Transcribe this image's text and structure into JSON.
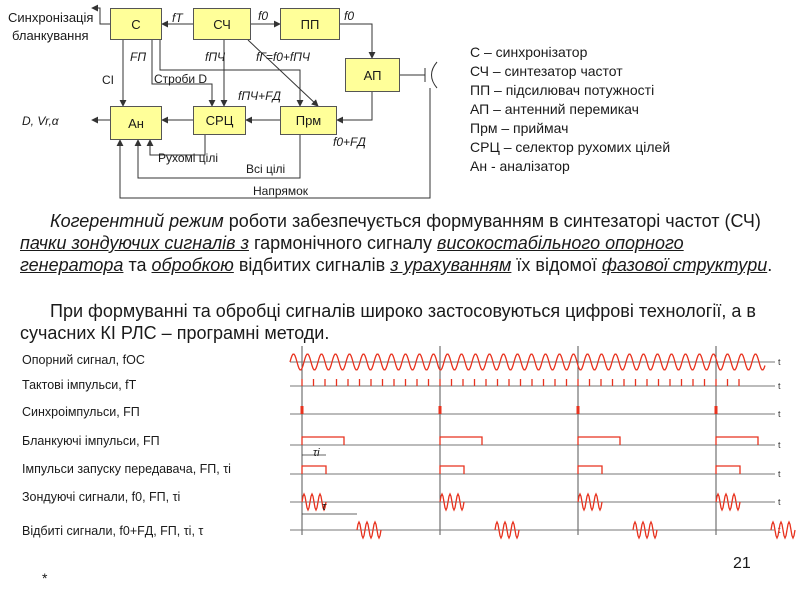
{
  "diagram": {
    "sync_label": "Синхронізація",
    "blank_label": "бланкування",
    "blocks": {
      "c": "С",
      "sch": "СЧ",
      "pp": "ПП",
      "ap": "АП",
      "an": "Ан",
      "src": "СРЦ",
      "prm": "Прм"
    },
    "labels": {
      "ft": "fT",
      "f0a": "f0",
      "f0b": "f0",
      "fp": "FП",
      "fpch": "fПЧ",
      "fg": "fГ=f0+fПЧ",
      "si": "СІ",
      "strobes": "Строби D",
      "fpch_fd": "fПЧ+FД",
      "f0_fd": "f0+FД",
      "dv": "D, Vr,α",
      "moving": "Рухомі цілі",
      "all": "Всі цілі",
      "direction": "Напрямок"
    }
  },
  "legend": [
    "С – синхронізатор",
    "СЧ – синтезатор частот",
    "ПП – підсилювач потужності",
    "АП – антенний перемикач",
    "Прм – приймач",
    "СРЦ – селектор рухомих цілей",
    "Ан - аналізатор"
  ],
  "paragraph1": {
    "p1": "Когерентний режим",
    "p2": " роботи забезпечується формуванням в синтезаторі частот (СЧ) ",
    "p3": "пачки зондуючих сигналів з",
    "p4": " гармонічного сигналу ",
    "p5": "високостабільного опорного генератора",
    "p6": " та ",
    "p7": "обробкою",
    "p8": " відбитих сигналів ",
    "p9": "з урахуванням",
    "p10": " їх відомої ",
    "p11": "фазової структури",
    "p12": "."
  },
  "paragraph2": "При формуванні та обробці сигналів широко застосовуються цифрові технології, а в сучасних КІ РЛС – програмні методи.",
  "signals": [
    {
      "name": "Опорний сигнал, fОС"
    },
    {
      "name": "Тактові імпульси, fT"
    },
    {
      "name": "Синхроімпульси, FП"
    },
    {
      "name": "Бланкуючі імпульси, FП"
    },
    {
      "name": "Імпульси запуску передавача, FП, τі"
    },
    {
      "name": "Зондуючі сигнали, f0, FП, τі"
    },
    {
      "name": "Відбиті сигнали, f0+FД, FП, τі, τ"
    }
  ],
  "axis_t": "t",
  "tau_i": "τі",
  "tau": "τ",
  "footer_star": "*",
  "page_number": "21",
  "colors": {
    "block_fill": "#ffff99",
    "signal": "#e8321e",
    "guide": "#555555"
  }
}
